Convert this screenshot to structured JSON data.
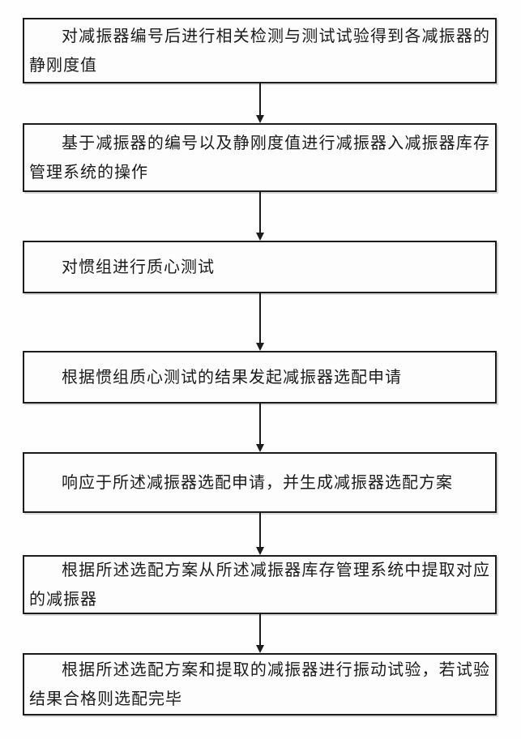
{
  "flowchart": {
    "background_color": "#fefefe",
    "box_border_color": "#1c1c1c",
    "text_color": "#1b1b1b",
    "steps": [
      {
        "text": "对减振器编号后进行相关检测与测试试验得到各减振器的静刚度值"
      },
      {
        "text": "基于减振器的编号以及静刚度值进行减振器入减振器库存管理系统的操作"
      },
      {
        "text": "对惯组进行质心测试"
      },
      {
        "text": "根据惯组质心测试的结果发起减振器选配申请"
      },
      {
        "text": "响应于所述减振器选配申请，并生成减振器选配方案"
      },
      {
        "text": "根据所述选配方案从所述减振器库存管理系统中提取对应的减振器"
      },
      {
        "text": "根据所述选配方案和提取的减振器进行振动试验，若试验结果合格则选配完毕"
      }
    ]
  }
}
